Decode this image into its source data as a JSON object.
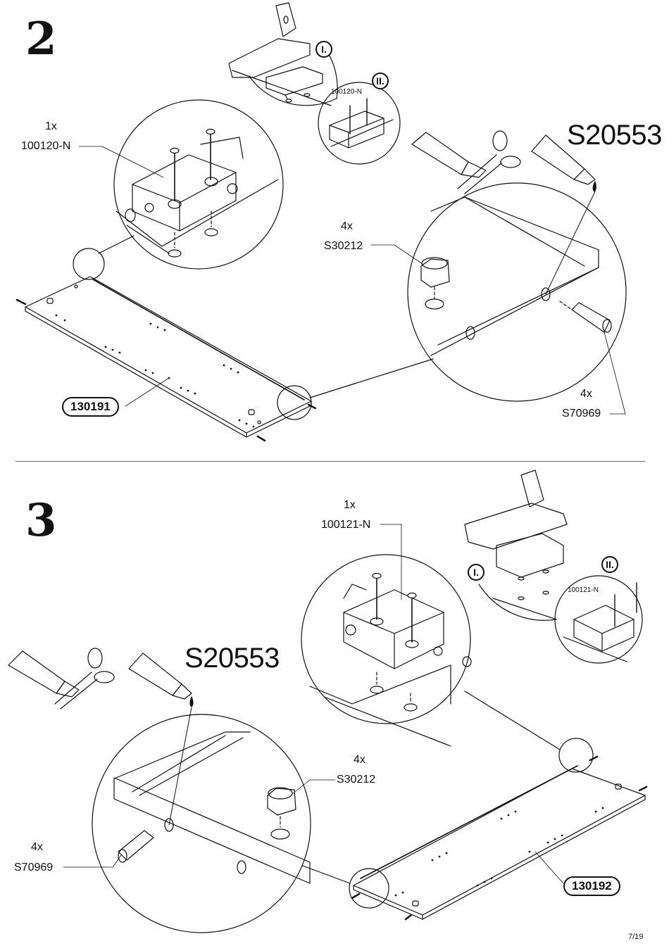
{
  "page": {
    "number": "7/19"
  },
  "step2": {
    "number": "2",
    "inset_bracket_qty": "1x",
    "inset_bracket_code": "100120-N",
    "inset_small_code": "100120-N",
    "label_I": "I.",
    "label_II": "II.",
    "glue_code": "S20553",
    "cam_qty": "4x",
    "cam_code": "S30212",
    "dowel_qty": "4x",
    "dowel_code": "S70969",
    "panel_code": "130191"
  },
  "step3": {
    "number": "3",
    "inset_bracket_qty": "1x",
    "inset_bracket_code": "100121-N",
    "inset_small_code": "100121-N",
    "label_I": "I.",
    "label_II": "II.",
    "glue_code": "S20553",
    "cam_qty": "4x",
    "cam_code": "S30212",
    "dowel_qty": "4x",
    "dowel_code": "S70969",
    "panel_code": "130192"
  }
}
